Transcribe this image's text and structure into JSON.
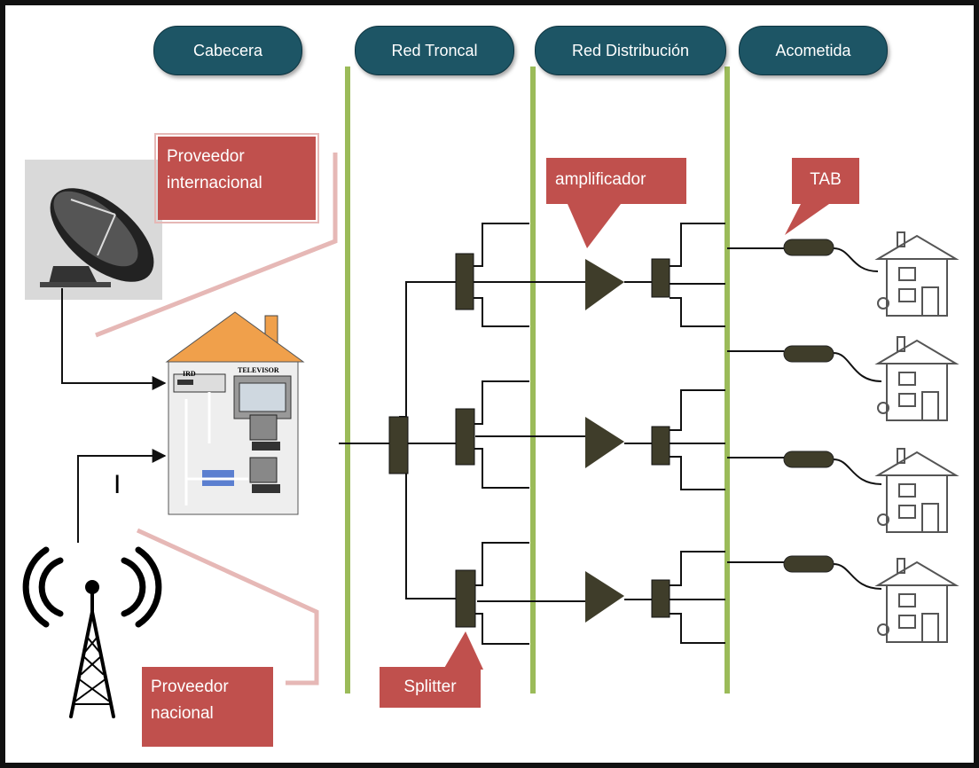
{
  "headers": {
    "cabecera": "Cabecera",
    "red_troncal": "Red Troncal",
    "red_distribucion": "Red Distribución",
    "acometida": "Acometida"
  },
  "callouts": {
    "proveedor_internacional": "Proveedor internacional",
    "proveedor_nacional": "Proveedor nacional",
    "amplificador": "amplificador",
    "tab": "TAB",
    "splitter": "Splitter"
  },
  "headend_labels": {
    "ird": "IRD",
    "televisor": "TELEVISOR"
  },
  "marker": "I",
  "colors": {
    "header_fill": "#1d5565",
    "callout_fill": "#c0504d",
    "divider": "#9bbb59",
    "component": "#3f3d2a",
    "roof": "#f0a04b"
  }
}
